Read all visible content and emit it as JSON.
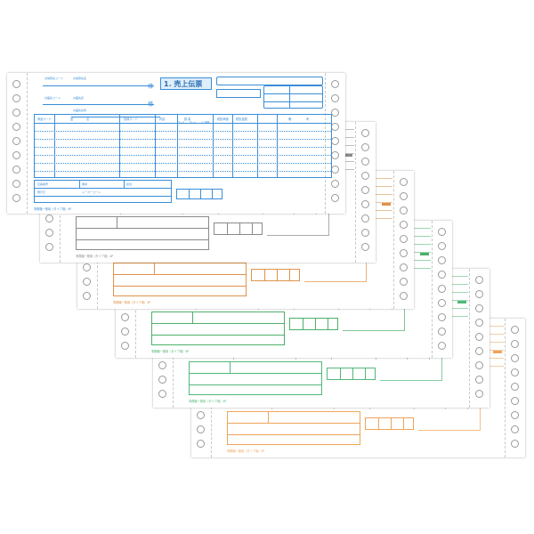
{
  "colors": {
    "blue": "#3a8ed8",
    "gray": "#8a8a8a",
    "orange": "#e0924a",
    "green": "#4cb06a",
    "green2": "#52b878",
    "orange2": "#eea45a"
  },
  "front_sheet": {
    "title": "1. 売上伝票",
    "code_label": "お得意先コード",
    "name_label": "お得意先名",
    "delivery_code_label": "お届先コード",
    "delivery_name_label": "お届先名",
    "address_label": "お届先住所",
    "sama": "様",
    "columns": [
      "商品コード",
      "品",
      "名",
      "色柄コード",
      "内容",
      "数",
      "量",
      "税抜単価",
      "税抜金額",
      "備",
      "考"
    ],
    "sub_columns": [
      "ケース",
      "ボール",
      "バラ総数"
    ],
    "footer_labels": [
      "伝票番号",
      "備考",
      "担当",
      "発行日",
      "メーカーコード"
    ],
    "form_note": "事務機一般用（タイプ用）4P"
  },
  "copies": [
    {
      "name": "copy-2",
      "color": "#8a8a8a",
      "form_note": "事務機一般用（タイプ用）4P"
    },
    {
      "name": "copy-3",
      "color": "#e0924a",
      "form_note": "事務機一般用（タイプ用）4P"
    },
    {
      "name": "copy-4",
      "color": "#4cb06a",
      "form_note": "事務機一般用（タイプ用）4P"
    },
    {
      "name": "copy-5",
      "color": "#52b878",
      "form_note": "事務機一般用（タイプ用）4P"
    },
    {
      "name": "copy-6",
      "color": "#eea45a",
      "form_note": "事務機一般用（タイプ用）4P"
    }
  ]
}
